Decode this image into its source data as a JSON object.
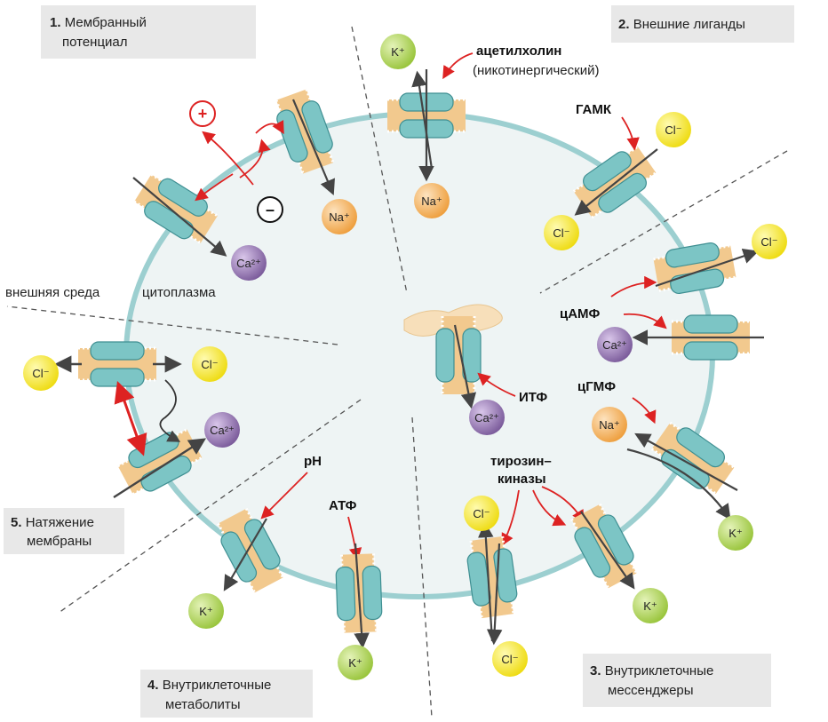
{
  "sections": [
    {
      "number": "1.",
      "title_line1": "Мембранный",
      "title_line2": "потенциал"
    },
    {
      "number": "2.",
      "title_line1": "Внешние лиганды",
      "title_line2": ""
    },
    {
      "number": "3.",
      "title_line1": "Внутриклеточные",
      "title_line2": "мессенджеры"
    },
    {
      "number": "4.",
      "title_line1": "Внутриклеточные",
      "title_line2": "метаболиты"
    },
    {
      "number": "5.",
      "title_line1": "Натяжение",
      "title_line2": "мембраны"
    }
  ],
  "regions": {
    "outside": "внешняя среда",
    "inside": "цитоплазма"
  },
  "signs": {
    "plus": "+",
    "minus": "–"
  },
  "ligands": {
    "acetylcholine": "ацетилхолин",
    "nicotinic": "(никотинергический)",
    "gaba": "ГАМК",
    "camp": "цАМФ",
    "cgmp": "цГМФ",
    "itp": "ИТФ",
    "tyrosine_line1": "тирозин–",
    "tyrosine_line2": "киназы",
    "ph": "pH",
    "atp": "АТФ"
  },
  "ions": {
    "k": "K⁺",
    "na": "Na⁺",
    "cl": "Cl⁻",
    "ca": "Ca²⁺"
  },
  "colors": {
    "membrane": "#f2c98e",
    "channel": "#7cc5c5",
    "cell": "#eef4f4",
    "red_arrow": "#dd2222",
    "k_ion": "#a9cf4a",
    "na_ion": "#f0a94a",
    "cl_ion": "#f2e62a",
    "ca_ion": "#8a6aa8",
    "label_box": "#e8e8e8"
  }
}
